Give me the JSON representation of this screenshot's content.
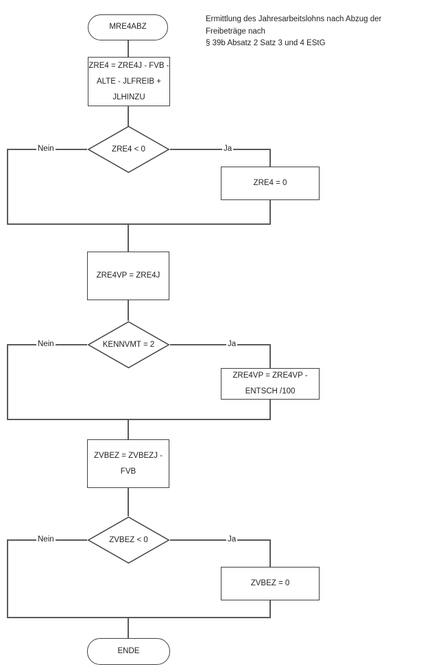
{
  "title_note": "Ermittlung des Jahresarbeitslohns nach Abzug der\nFreibeträge nach\n§ 39b Absatz 2 Satz 3 und 4 EStG",
  "edge_labels": {
    "yes": "Ja",
    "no": "Nein"
  },
  "colors": {
    "connector": "#595959",
    "shape_border": "#404040",
    "text": "#1f1f1f",
    "background": "#ffffff"
  },
  "nodes": {
    "start": {
      "type": "terminal",
      "label": "MRE4ABZ"
    },
    "assign_zre4": {
      "type": "process",
      "label": "ZRE4 = ZRE4J - FVB -\nALTE - JLFREIB +\nJLHINZU"
    },
    "check_zre4": {
      "type": "decision",
      "label": "ZRE4 < 0"
    },
    "zre4_zero": {
      "type": "process",
      "label": "ZRE4 = 0"
    },
    "assign_zre4vp": {
      "type": "process",
      "label": "ZRE4VP = ZRE4J"
    },
    "check_kennvmt": {
      "type": "decision",
      "label": "KENNVMT = 2"
    },
    "zre4vp_minus_entsch": {
      "type": "process",
      "label": "ZRE4VP = ZRE4VP -\nENTSCH /100"
    },
    "assign_zvbez": {
      "type": "process",
      "label": "ZVBEZ = ZVBEZJ -\nFVB"
    },
    "check_zvbez": {
      "type": "decision",
      "label": "ZVBEZ < 0"
    },
    "zvbez_zero": {
      "type": "process",
      "label": "ZVBEZ = 0"
    },
    "end": {
      "type": "terminal",
      "label": "ENDE"
    }
  }
}
